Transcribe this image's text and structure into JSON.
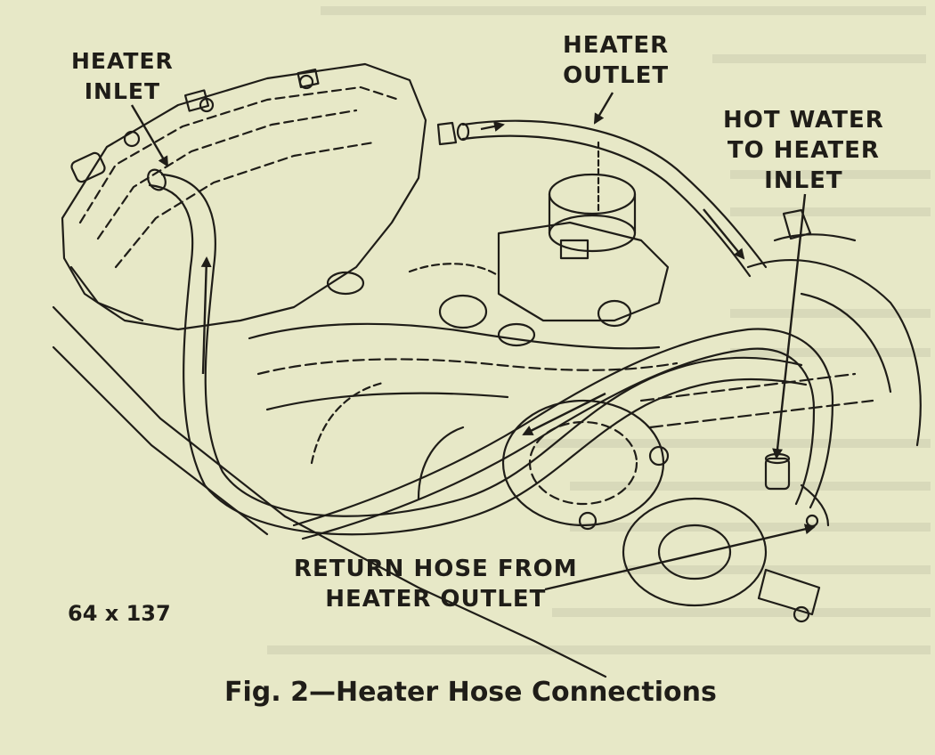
{
  "labels": {
    "heater_inlet": [
      "HEATER",
      "INLET"
    ],
    "heater_outlet": [
      "HEATER",
      "OUTLET"
    ],
    "hot_water": [
      "HOT WATER",
      "TO HEATER",
      "INLET"
    ],
    "return_hose": [
      "RETURN HOSE FROM",
      "HEATER OUTLET"
    ]
  },
  "figure_code": "64 x 137",
  "caption": "Fig. 2—Heater Hose Connections",
  "colors": {
    "paper": "#e7e8c7",
    "ink": "#1f1d18",
    "bleed": "#c9cab0"
  }
}
